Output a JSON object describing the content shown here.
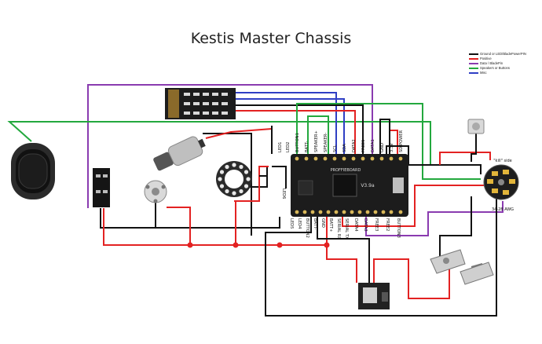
{
  "title": "Kestis Master Chassis",
  "legend": [
    {
      "label": "Ground or LED/BladePowerPIN",
      "color": "#111111"
    },
    {
      "label": "Positive",
      "color": "#e32222"
    },
    {
      "label": "Data / BladePin",
      "color": "#8a3bb0"
    },
    {
      "label": "Speakers or Buttons",
      "color": "#23a83e"
    },
    {
      "label": "Misc",
      "color": "#2f3fc4"
    }
  ],
  "board": {
    "brand": "PROFFIEBOARD",
    "version": "V3.9a",
    "top_pins": [
      "BUTTON1",
      "BATT-",
      "SPEAKER+",
      "SPEAKER-",
      "SCL",
      "SDA",
      "DATA2",
      "FREE1",
      "DATA1",
      "GND",
      "3.3V",
      "SD POWER"
    ],
    "bottom_pins": [
      "LED6",
      "LED5",
      "LED4",
      "BUTTON2",
      "BATT-",
      "GND",
      "BATT+",
      "SERIAL RX",
      "SERIAL TX",
      "DATA4",
      "DATA3",
      "FREE3",
      "FREE2",
      "BUTTON3"
    ]
  },
  "left_labels": {
    "led1": "LED1",
    "led2": "LED2"
  },
  "connector": {
    "side_label": "\"kill\" side",
    "awg_label": "34-28 AWG"
  }
}
